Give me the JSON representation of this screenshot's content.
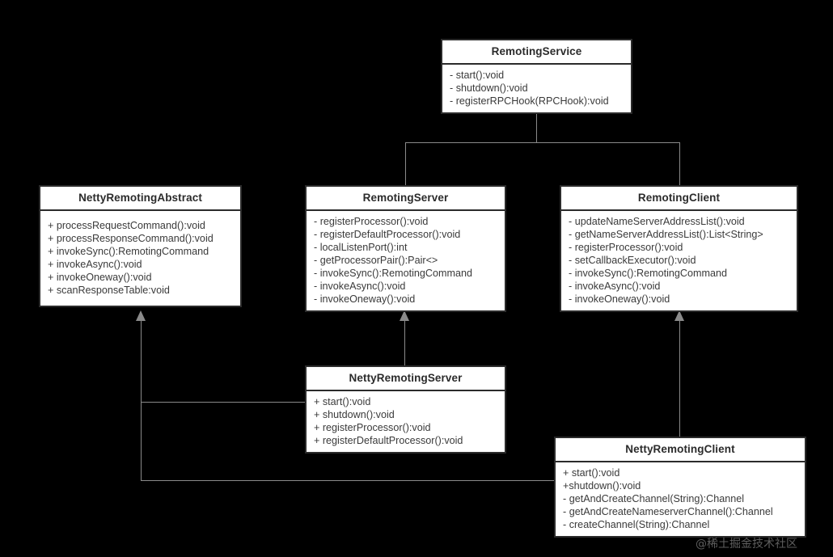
{
  "diagram": {
    "type": "uml-class-diagram",
    "background_color": "#000000",
    "box_fill": "#ffffff",
    "box_border": "#2b2b2b",
    "edge_color": "#8a8a8a",
    "classes": [
      {
        "id": "remoting-service",
        "title": "RemotingService",
        "members": [
          "- start():void",
          "- shutdown():void",
          "- registerRPCHook(RPCHook):void"
        ]
      },
      {
        "id": "netty-remoting-abstract",
        "title": "NettyRemotingAbstract",
        "members": [
          "+ processRequestCommand():void",
          "+ processResponseCommand():void",
          "+ invokeSync():RemotingCommand",
          "+ invokeAsync():void",
          "+ invokeOneway():void",
          "+ scanResponseTable:void"
        ]
      },
      {
        "id": "remoting-server",
        "title": "RemotingServer",
        "members": [
          "- registerProcessor():void",
          "- registerDefaultProcessor():void",
          "- localListenPort():int",
          "- getProcessorPair():Pair<>",
          "- invokeSync():RemotingCommand",
          "- invokeAsync():void",
          "- invokeOneway():void"
        ]
      },
      {
        "id": "remoting-client",
        "title": "RemotingClient",
        "members": [
          "- updateNameServerAddressList():void",
          "- getNameServerAddressList():List<String>",
          "- registerProcessor():void",
          "- setCallbackExecutor():void",
          "- invokeSync():RemotingCommand",
          "- invokeAsync():void",
          "- invokeOneway():void"
        ]
      },
      {
        "id": "netty-remoting-server",
        "title": "NettyRemotingServer",
        "members": [
          "+ start():void",
          "+ shutdown():void",
          "+ registerProcessor():void",
          "+ registerDefaultProcessor():void"
        ]
      },
      {
        "id": "netty-remoting-client",
        "title": "NettyRemotingClient",
        "members": [
          "+ start():void",
          "+shutdown():void",
          "- getAndCreateChannel(String):Channel",
          "- getAndCreateNameserverChannel():Channel",
          "- createChannel(String):Channel"
        ]
      }
    ],
    "relations": [
      {
        "from": "remoting-server",
        "to": "remoting-service",
        "kind": "generalization"
      },
      {
        "from": "remoting-client",
        "to": "remoting-service",
        "kind": "generalization"
      },
      {
        "from": "netty-remoting-server",
        "to": "remoting-server",
        "kind": "generalization"
      },
      {
        "from": "netty-remoting-server",
        "to": "netty-remoting-abstract",
        "kind": "generalization"
      },
      {
        "from": "netty-remoting-client",
        "to": "remoting-client",
        "kind": "generalization"
      },
      {
        "from": "netty-remoting-client",
        "to": "netty-remoting-abstract",
        "kind": "generalization"
      }
    ]
  },
  "watermark": {
    "text": "@稀土掘金技术社区"
  }
}
